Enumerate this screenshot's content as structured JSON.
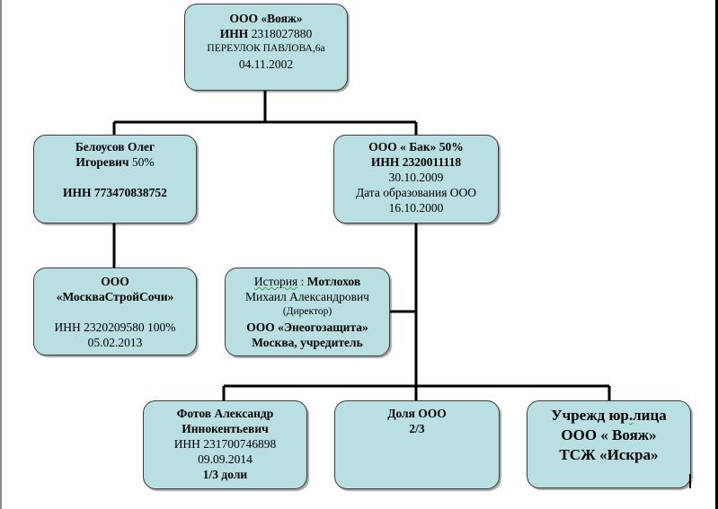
{
  "colors": {
    "node_fill": "#b9dfe3",
    "node_border": "#3c3c3c",
    "connector": "#000000"
  },
  "nodes": {
    "root": {
      "name": "ООО «Вояж»",
      "inn_label": "ИНН",
      "inn_value": "2318027880",
      "address": "ПЕРЕУЛОК ПАВЛОВА,6а",
      "date": "04.11.2002"
    },
    "belousov": {
      "line1": "Белоусов Олег",
      "line2_name": "Игоревич",
      "share": "50%",
      "inn": "ИНН 773470838752"
    },
    "bak": {
      "line1": "ООО « Бак» 50%",
      "inn": "ИНН 2320011118",
      "date": "30.10.2009",
      "formation_label": "Дата образования ООО",
      "formation_date": "16.10.2000"
    },
    "moskva_stroy": {
      "line1": "ООО",
      "line2": "«МоскваСтройСочи»",
      "inn_share": "ИНН 2320209580 100%",
      "date": "05.02.2013"
    },
    "history": {
      "label": "История",
      "sep": " : ",
      "surname": "Мотлохов",
      "name": "Михаил Александрович",
      "role": "(Директор)",
      "company": "ООО «Энеогозащита»",
      "location": "Москва, учредитель"
    },
    "fotov": {
      "line1": "Фотов Александр",
      "line2": "Иннокентьевич",
      "inn": "ИНН 231700746898",
      "date": "09.09.2014",
      "share": "1/3 доли"
    },
    "dolya": {
      "line1": "Доля ООО",
      "line2": "2/3"
    },
    "founders": {
      "line1_a": "Учрежд юр",
      "line1_b": ".",
      "line1_c": "лица",
      "line2": "ООО « Вояж»",
      "line3": "ТСЖ «Искра»"
    }
  }
}
